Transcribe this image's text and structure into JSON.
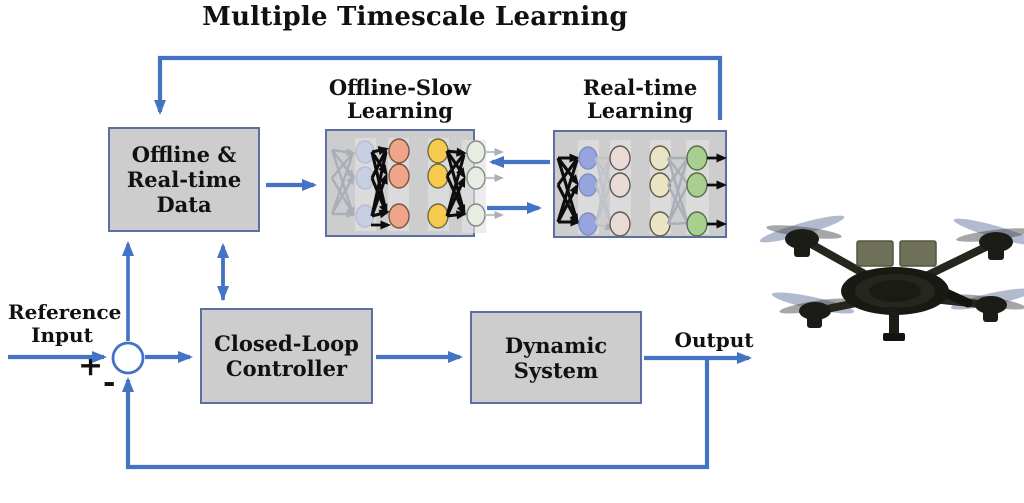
{
  "title": "Multiple Timescale Learning",
  "colors": {
    "arrow_blue": "#4472C4",
    "box_fill": "#CDCDCD",
    "box_border": "#5B6FA5",
    "off_l1": "#C8CFE2",
    "off_l2": "#EFA587",
    "off_l3": "#F6CB4D",
    "off_l4": "#E7EDE3",
    "rt_l1": "#96A5DD",
    "rt_l2": "#E9DAD6",
    "rt_l3": "#EBE4C4",
    "rt_l4": "#A9CF90",
    "drone_dark": "#1C1C16",
    "drone_olive": "#6F7058",
    "prop_blue": "#5A6C94"
  },
  "blocks": {
    "data_box": {
      "line1": "Offline &",
      "line2": "Real-time",
      "line3": "Data"
    },
    "controller_box": {
      "line1": "Closed-Loop",
      "line2": "Controller"
    },
    "dynamic_box": {
      "line1": "Dynamic",
      "line2": "System"
    }
  },
  "nn_panels": {
    "offline_slow": {
      "line1": "Offline-Slow",
      "line2": "Learning"
    },
    "realtime": {
      "line1": "Real-time",
      "line2": "Learning"
    }
  },
  "io": {
    "reference_line1": "Reference",
    "reference_line2": "Input",
    "output": "Output",
    "plus": "+",
    "minus": "-"
  },
  "figure": {
    "drone": "quadcopter drone photo"
  }
}
